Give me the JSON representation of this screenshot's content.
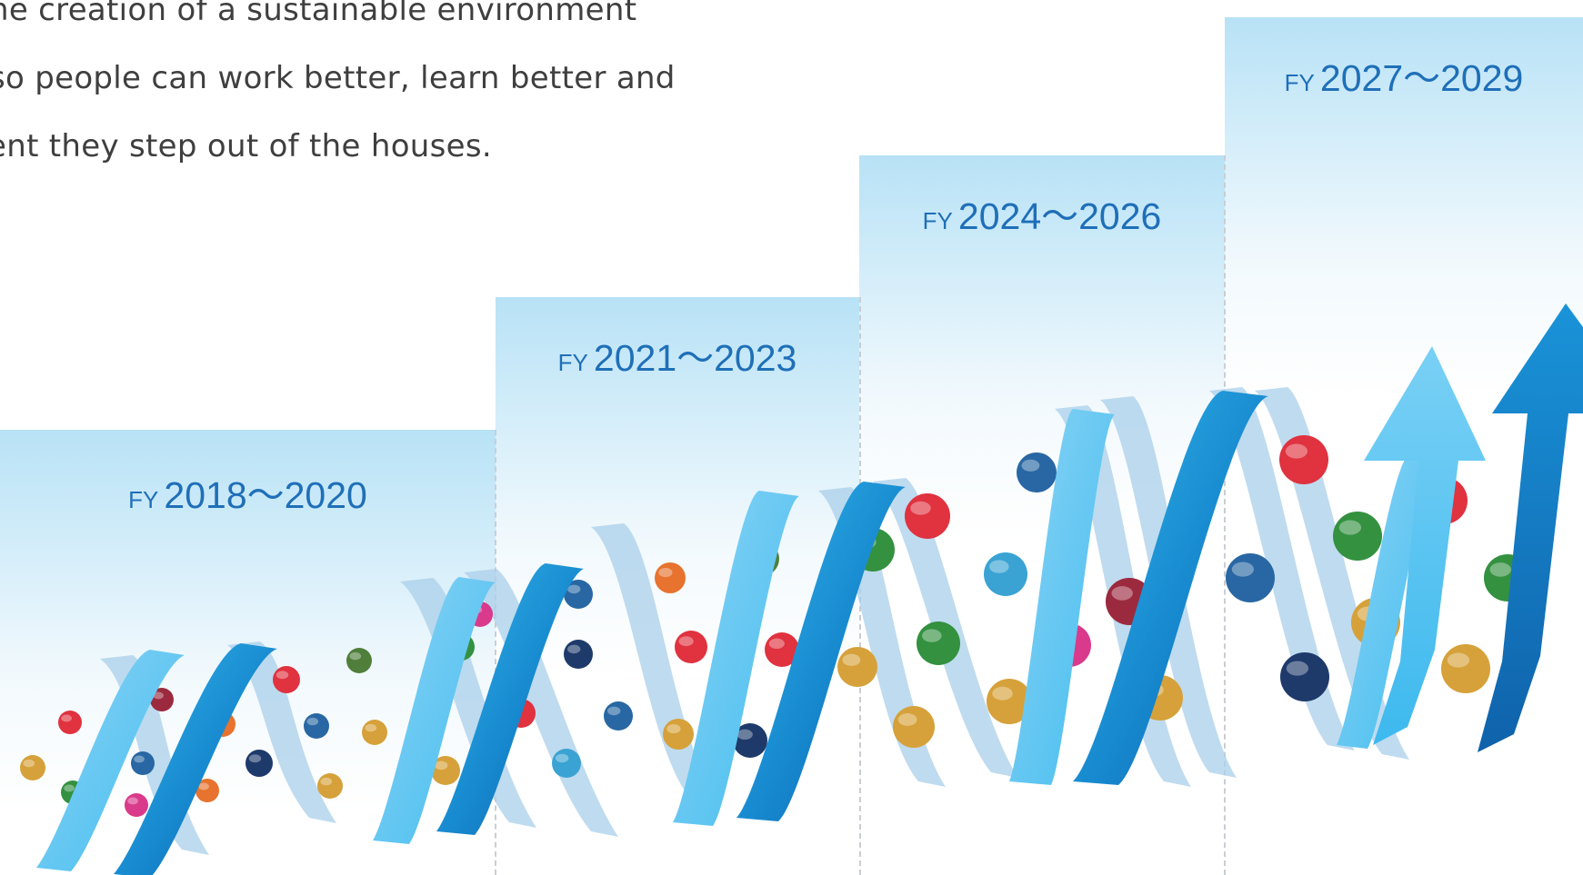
{
  "intro": {
    "lines": [
      "he creation of a sustainable environment",
      "so people can work better, learn better and",
      "ent they step out of the houses."
    ]
  },
  "periods": [
    {
      "prefix": "FY",
      "years": "2018〜2020"
    },
    {
      "prefix": "FY",
      "years": "2021〜2023"
    },
    {
      "prefix": "FY",
      "years": "2024〜2026"
    },
    {
      "prefix": "FY",
      "years": "2027〜2029"
    }
  ],
  "colors": {
    "label_blue": "#1f6fb8",
    "ribbon_dark": "#1789cf",
    "ribbon_light": "#8ad3f5",
    "column_top": "#b8e2f6",
    "divider": "#c9ced3",
    "bead_palette": [
      "#e0323f",
      "#33913f",
      "#2867a3",
      "#e7732e",
      "#d6a13a",
      "#9c2a3f",
      "#3aa3d3",
      "#1e3a6b",
      "#d93a8c",
      "#4f7f3a"
    ]
  }
}
